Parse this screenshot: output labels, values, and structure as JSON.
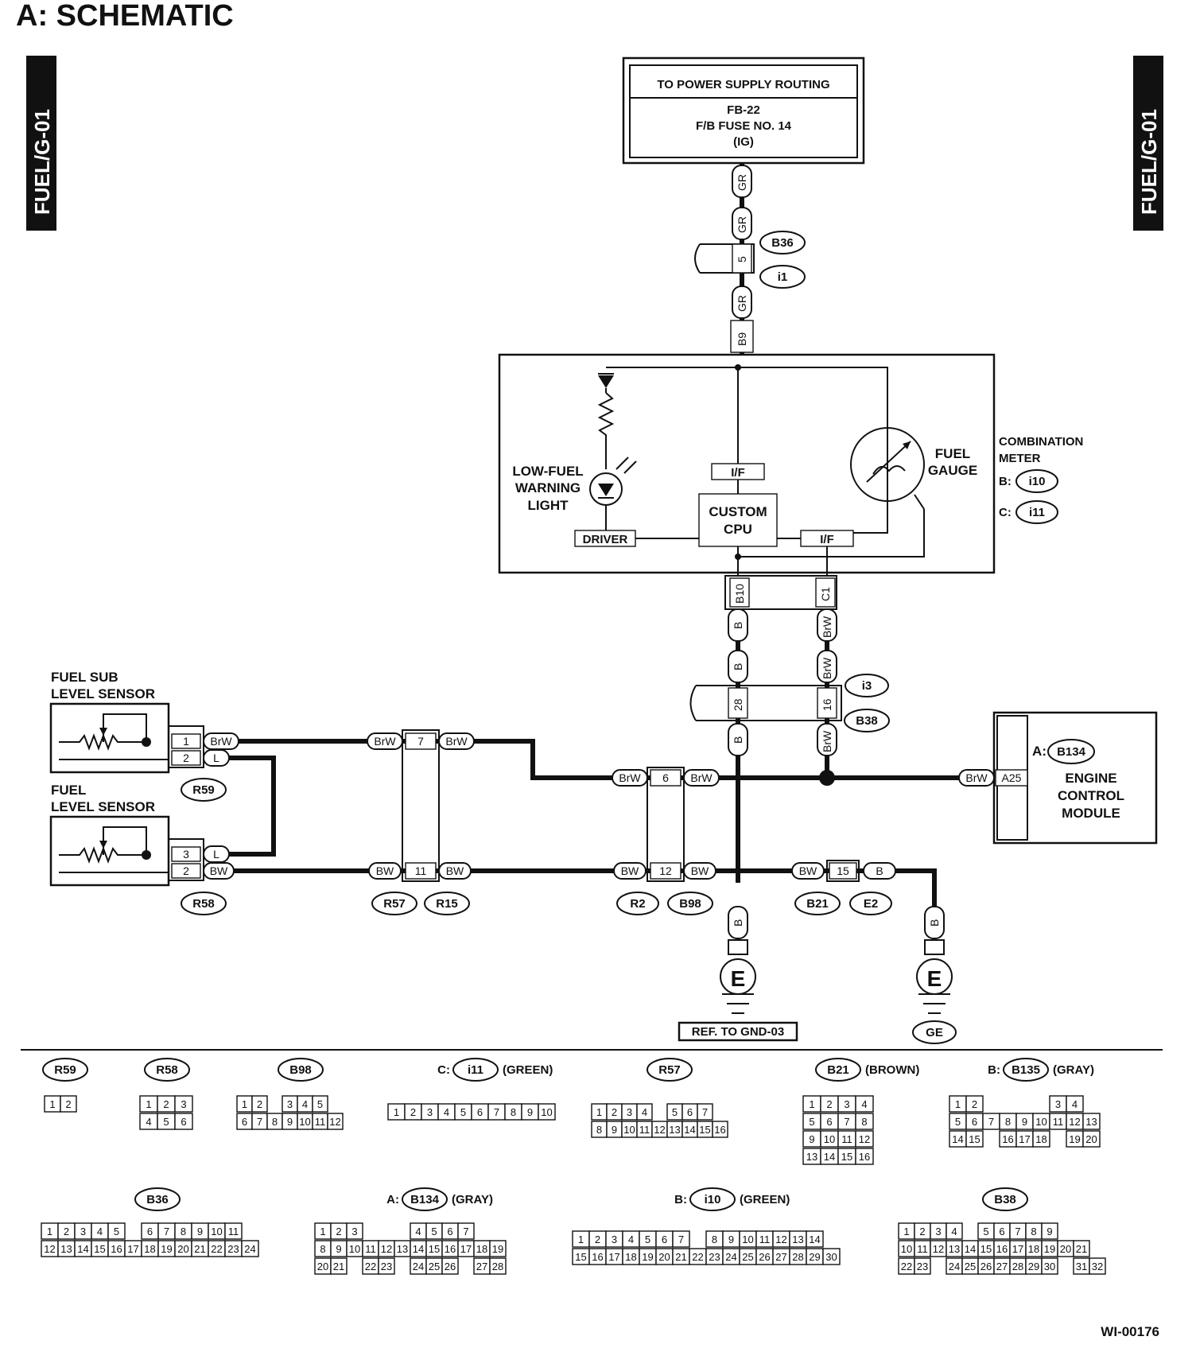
{
  "section_title": "A:  SCHEMATIC",
  "side_tab": "FUEL/G-01",
  "figure_id": "WI-00176",
  "power": {
    "header": "TO POWER SUPPLY ROUTING",
    "line1": "FB-22",
    "line2": "F/B FUSE NO. 14",
    "line3": "(IG)"
  },
  "combination_meter": {
    "title_line1": "COMBINATION",
    "title_line2": "METER",
    "b_prefix": "B:",
    "b_conn": "i10",
    "c_prefix": "C:",
    "c_conn": "i11"
  },
  "meter_parts": {
    "warning_light": [
      "LOW-FUEL",
      "WARNING",
      "LIGHT"
    ],
    "driver": "DRIVER",
    "interface": "I/F",
    "cpu": [
      "CUSTOM",
      "CPU"
    ],
    "gauge": [
      "FUEL",
      "GAUGE"
    ]
  },
  "sensors": {
    "sub": [
      "FUEL SUB",
      "LEVEL SENSOR"
    ],
    "main": [
      "FUEL",
      "LEVEL SENSOR"
    ]
  },
  "ecm": {
    "prefix": "A:",
    "conn": "B134",
    "line1": "ENGINE",
    "line2": "CONTROL",
    "line3": "MODULE",
    "pin": "A25"
  },
  "wire_colors": {
    "gr": "GR",
    "b": "B",
    "brw": "BrW",
    "l": "L",
    "bw": "BW"
  },
  "pins": {
    "b9": "B9",
    "b10": "B10",
    "c1": "C1",
    "p1": "1",
    "p2": "2",
    "p3": "3",
    "p5": "5",
    "p6": "6",
    "p7": "7",
    "p11": "11",
    "p12": "12",
    "p15": "15",
    "p16": "16",
    "p28": "28"
  },
  "connectors": {
    "b36": "B36",
    "i1": "i1",
    "i3": "i3",
    "b38": "B38",
    "r59": "R59",
    "r58": "R58",
    "r57": "R57",
    "r15": "R15",
    "r2": "R2",
    "b98": "B98",
    "b21": "B21",
    "e2": "E2"
  },
  "ground": {
    "symbol": "E",
    "ref": "REF. TO GND-03",
    "ge": "GE"
  },
  "legend": {
    "row1": [
      {
        "id": "R59",
        "prefix": "",
        "color": ""
      },
      {
        "id": "R58",
        "prefix": "",
        "color": ""
      },
      {
        "id": "B98",
        "prefix": "",
        "color": ""
      },
      {
        "id": "i11",
        "prefix": "C:",
        "color": "(GREEN)"
      },
      {
        "id": "R57",
        "prefix": "",
        "color": ""
      },
      {
        "id": "B21",
        "prefix": "",
        "color": "(BROWN)"
      },
      {
        "id": "B135",
        "prefix": "B:",
        "color": "(GRAY)"
      }
    ],
    "row2": [
      {
        "id": "B36",
        "prefix": "",
        "color": ""
      },
      {
        "id": "B134",
        "prefix": "A:",
        "color": "(GRAY)"
      },
      {
        "id": "i10",
        "prefix": "B:",
        "color": "(GREEN)"
      },
      {
        "id": "B38",
        "prefix": "",
        "color": ""
      }
    ]
  },
  "pinouts": {
    "r59": [
      [
        "1",
        "2"
      ]
    ],
    "r58": [
      [
        "1",
        "2",
        "3"
      ],
      [
        "4",
        "5",
        "6"
      ]
    ],
    "b98": [
      [
        "1",
        "2",
        "",
        "3",
        "4",
        "5"
      ],
      [
        "6",
        "7",
        "8",
        "9",
        "10",
        "11",
        "12"
      ]
    ],
    "i11": [
      [
        "1",
        "2",
        "3",
        "4",
        "5",
        "6",
        "7",
        "8",
        "9",
        "10"
      ]
    ],
    "r57": [
      [
        "1",
        "2",
        "3",
        "4",
        "",
        "5",
        "6",
        "7"
      ],
      [
        "8",
        "9",
        "10",
        "11",
        "12",
        "13",
        "14",
        "15",
        "16"
      ]
    ],
    "b21": [
      [
        "1",
        "2",
        "3",
        "4"
      ],
      [
        "5",
        "6",
        "7",
        "8"
      ],
      [
        "9",
        "10",
        "11",
        "12"
      ],
      [
        "13",
        "14",
        "15",
        "16"
      ]
    ],
    "b135": [
      [
        "1",
        "2",
        "",
        "",
        "",
        "",
        "3",
        "4"
      ],
      [
        "5",
        "6",
        "7",
        "8",
        "9",
        "10",
        "11",
        "12",
        "13"
      ],
      [
        "14",
        "15",
        "",
        "16",
        "17",
        "18",
        "",
        "19",
        "20"
      ]
    ],
    "b36": [
      [
        "1",
        "2",
        "3",
        "4",
        "5",
        "",
        "6",
        "7",
        "8",
        "9",
        "10",
        "11"
      ],
      [
        "12",
        "13",
        "14",
        "15",
        "16",
        "17",
        "18",
        "19",
        "20",
        "21",
        "22",
        "23",
        "24"
      ]
    ],
    "b134": [
      [
        "1",
        "2",
        "3",
        "",
        "",
        "",
        "4",
        "5",
        "6",
        "7"
      ],
      [
        "8",
        "9",
        "10",
        "11",
        "12",
        "13",
        "14",
        "15",
        "16",
        "17",
        "18",
        "19"
      ],
      [
        "20",
        "21",
        "",
        "22",
        "23",
        "",
        "24",
        "25",
        "26",
        "",
        "27",
        "28"
      ]
    ],
    "i10": [
      [
        "1",
        "2",
        "3",
        "4",
        "5",
        "6",
        "7",
        "",
        "8",
        "9",
        "10",
        "11",
        "12",
        "13",
        "14"
      ],
      [
        "15",
        "16",
        "17",
        "18",
        "19",
        "20",
        "21",
        "22",
        "23",
        "24",
        "25",
        "26",
        "27",
        "28",
        "29",
        "30"
      ]
    ],
    "b38": [
      [
        "1",
        "2",
        "3",
        "4",
        "",
        "5",
        "6",
        "7",
        "8",
        "9"
      ],
      [
        "10",
        "11",
        "12",
        "13",
        "14",
        "15",
        "16",
        "17",
        "18",
        "19",
        "20",
        "21"
      ],
      [
        "22",
        "23",
        "",
        "24",
        "25",
        "26",
        "27",
        "28",
        "29",
        "30",
        "",
        "31",
        "32"
      ]
    ]
  }
}
